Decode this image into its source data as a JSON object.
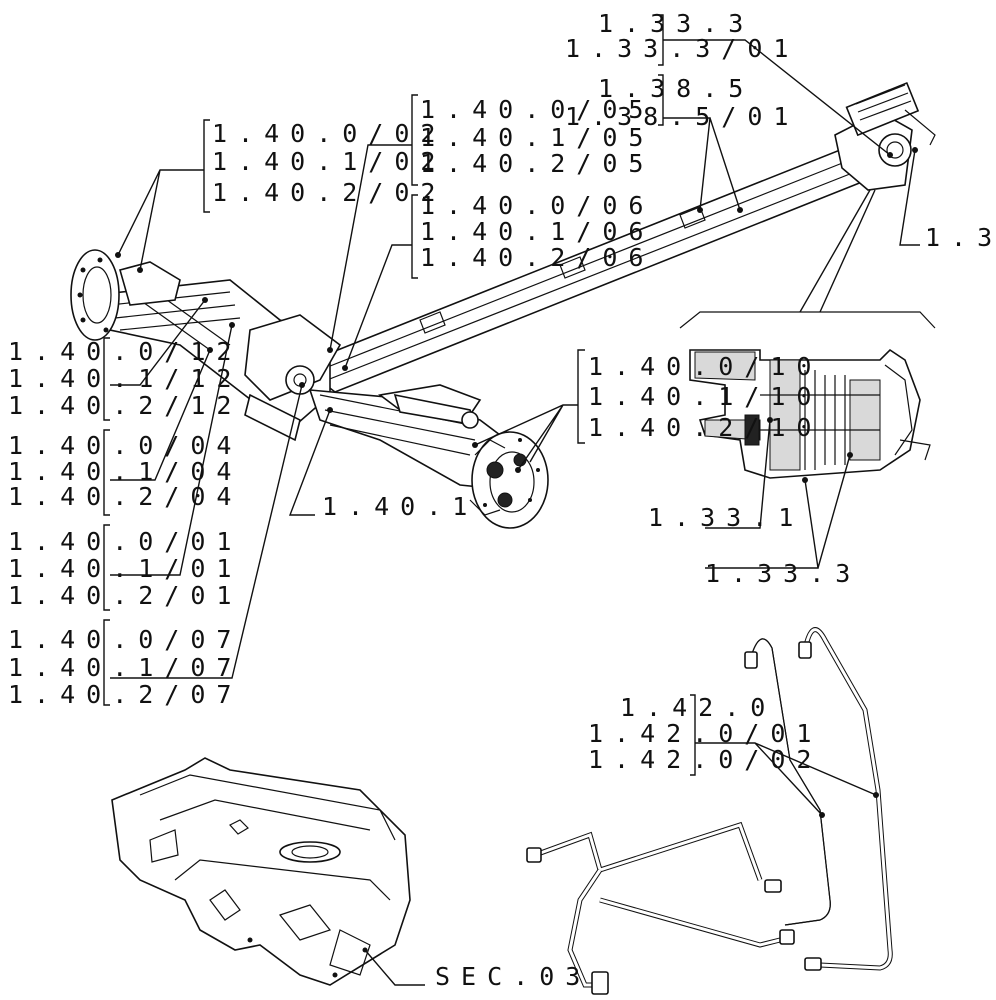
{
  "callouts": [
    {
      "id": "c-1-33-top",
      "lines": [
        "1.33.3",
        "1.33.3/01"
      ]
    },
    {
      "id": "c-1-38-5",
      "lines": [
        "1.38.5",
        "1.38.5/01"
      ]
    },
    {
      "id": "c-1-40-02",
      "lines": [
        "1.40.0/02",
        "1.40.1/02",
        "1.40.2/02"
      ]
    },
    {
      "id": "c-1-40-05",
      "lines": [
        "1.40.0/05",
        "1.40.1/05",
        "1.40.2/05"
      ]
    },
    {
      "id": "c-1-40-06",
      "lines": [
        "1.40.0/06",
        "1.40.1/06",
        "1.40.2/06"
      ]
    },
    {
      "id": "c-1-3-right",
      "lines": [
        "1.3"
      ]
    },
    {
      "id": "c-1-40-12",
      "lines": [
        "1.40.0/12",
        "1.40.1/12",
        "1.40.2/12"
      ]
    },
    {
      "id": "c-1-40-04",
      "lines": [
        "1.40.0/04",
        "1.40.1/04",
        "1.40.2/04"
      ]
    },
    {
      "id": "c-1-40-01",
      "lines": [
        "1.40.0/01",
        "1.40.1/01",
        "1.40.2/01"
      ]
    },
    {
      "id": "c-1-40-07",
      "lines": [
        "1.40.0/07",
        "1.40.1/07",
        "1.40.2/07"
      ]
    },
    {
      "id": "c-1-40-10",
      "lines": [
        "1.40.0/10",
        "1.40.1/10",
        "1.40.2/10"
      ]
    },
    {
      "id": "c-1-40-1",
      "lines": [
        "1.40.1"
      ]
    },
    {
      "id": "c-1-33-1",
      "lines": [
        "1.33.1"
      ]
    },
    {
      "id": "c-1-33-3",
      "lines": [
        "1.33.3"
      ]
    },
    {
      "id": "c-1-42",
      "lines": [
        "1.42.0",
        "1.42.0/01",
        "1.42.0/02"
      ]
    },
    {
      "id": "c-sec",
      "lines": [
        "SEC.03"
      ]
    }
  ]
}
